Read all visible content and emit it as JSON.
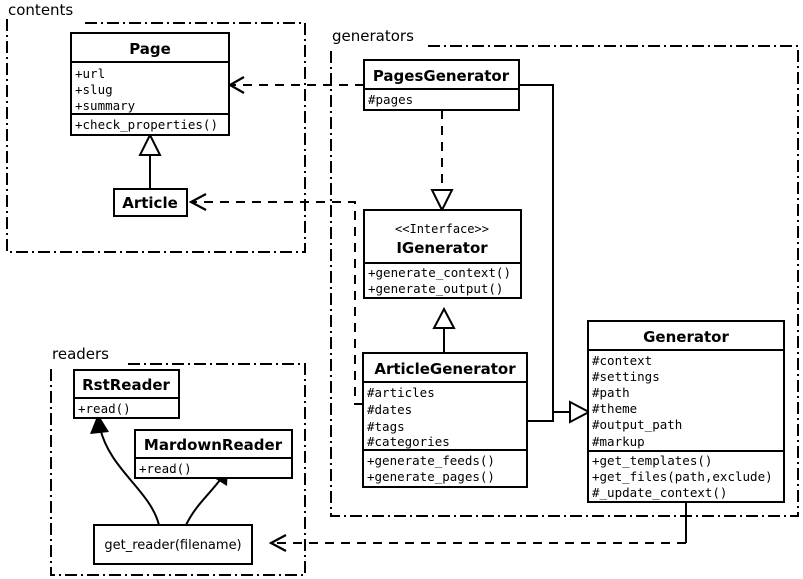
{
  "diagram": {
    "kind": "uml-class-diagram",
    "background": "#ffffff",
    "line_color": "#000000"
  },
  "packages": [
    {
      "id": "contents",
      "label": "contents"
    },
    {
      "id": "generators",
      "label": "generators"
    },
    {
      "id": "readers",
      "label": "readers"
    }
  ],
  "classes": {
    "page": {
      "name": "Page",
      "stereotype": "",
      "attributes": [
        "+url",
        "+slug",
        "+summary"
      ],
      "operations": [
        "+check_properties()"
      ]
    },
    "article": {
      "name": "Article",
      "stereotype": "",
      "attributes": [],
      "operations": []
    },
    "pages_generator": {
      "name": "PagesGenerator",
      "stereotype": "",
      "attributes": [
        "#pages"
      ],
      "operations": []
    },
    "igenerator": {
      "name": "IGenerator",
      "stereotype": "<<Interface>>",
      "attributes": [],
      "operations": [
        "+generate_context()",
        "+generate_output()"
      ]
    },
    "article_generator": {
      "name": "ArticleGenerator",
      "stereotype": "",
      "attributes": [
        "#articles",
        "#dates",
        "#tags",
        "#categories"
      ],
      "operations": [
        "+generate_feeds()",
        "+generate_pages()"
      ]
    },
    "generator": {
      "name": "Generator",
      "stereotype": "",
      "attributes": [
        "#context",
        "#settings",
        "#path",
        "#theme",
        "#output_path",
        "#markup"
      ],
      "operations": [
        "+get_templates()",
        "+get_files(path,exclude)",
        "#_update_context()"
      ]
    },
    "rst_reader": {
      "name": "RstReader",
      "stereotype": "",
      "attributes": [],
      "operations": [
        "+read()"
      ]
    },
    "mardown_reader": {
      "name": "MardownReader",
      "stereotype": "",
      "attributes": [],
      "operations": [
        "+read()"
      ]
    },
    "get_reader": {
      "name": "get_reader(filename)",
      "stereotype": "",
      "attributes": [],
      "operations": []
    }
  },
  "relations": [
    {
      "id": "article-inherits-page",
      "from": "article",
      "to": "page",
      "type": "generalization"
    },
    {
      "id": "pagesgenerator-realizes-igenerator",
      "from": "pages_generator",
      "to": "igenerator",
      "type": "realization"
    },
    {
      "id": "articlegenerator-realizes-igenerator",
      "from": "article_generator",
      "to": "igenerator",
      "type": "generalization"
    },
    {
      "id": "pagesgenerator-assoc-generator",
      "from": "pages_generator",
      "to": "generator",
      "type": "association"
    },
    {
      "id": "articlegenerator-assoc-generator",
      "from": "article_generator",
      "to": "generator",
      "type": "association"
    },
    {
      "id": "pagesgenerator-uses-page",
      "from": "pages_generator",
      "to": "page",
      "type": "dependency"
    },
    {
      "id": "articlegenerator-uses-article",
      "from": "article_generator",
      "to": "article",
      "type": "dependency"
    },
    {
      "id": "generator-uses-get-reader",
      "from": "generator",
      "to": "get_reader",
      "type": "dependency"
    },
    {
      "id": "get-reader-returns-rstreader",
      "from": "get_reader",
      "to": "rst_reader",
      "type": "returns"
    },
    {
      "id": "get-reader-returns-mardownreader",
      "from": "get_reader",
      "to": "mardown_reader",
      "type": "returns"
    }
  ]
}
